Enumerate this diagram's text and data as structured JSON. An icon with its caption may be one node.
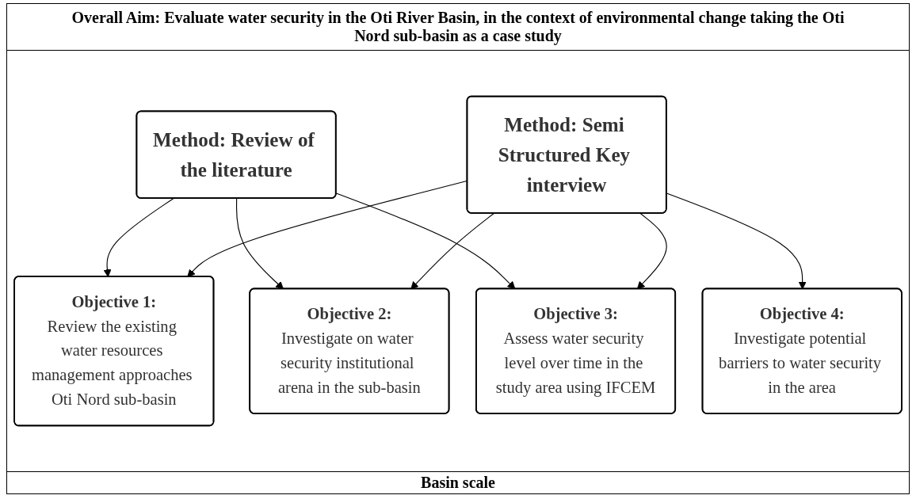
{
  "diagram": {
    "title": "Overall Aim: Evaluate  water security in the Oti River Basin, in the context of environmental change taking the Oti Nord sub-basin as a case study",
    "nodes": [
      {
        "text": [
          "Method: Review of the literature"
        ]
      },
      {
        "text": [
          "Method: Semi Structured Key interview"
        ]
      },
      {
        "text": [
          "Objective 1:",
          "Review the existing water resources management approaches Oti Nord sub-basin"
        ]
      },
      {
        "text": [
          "Objective 2:",
          "Investigate on water security institutional arena in the sub-basin"
        ]
      },
      {
        "text": [
          "Objective 3:",
          "Assess water security level over time in the study area using IFCEM"
        ]
      },
      {
        "text": [
          "Objective 4:",
          "Investigate potential barriers to water security in the area"
        ]
      }
    ],
    "edges": [
      {
        "from": 0,
        "to": 2,
        "arrow": "to"
      },
      {
        "from": 0,
        "to": 3,
        "arrow": "to"
      },
      {
        "from": 0,
        "to": 4,
        "arrow": "to"
      },
      {
        "from": 1,
        "to": 2,
        "arrow": "to"
      },
      {
        "from": 1,
        "to": 3,
        "arrow": "to"
      },
      {
        "from": 1,
        "to": 4,
        "arrow": "to"
      },
      {
        "from": 1,
        "to": 5,
        "arrow": "to"
      }
    ],
    "labels": [
      "Basin scale"
    ]
  }
}
